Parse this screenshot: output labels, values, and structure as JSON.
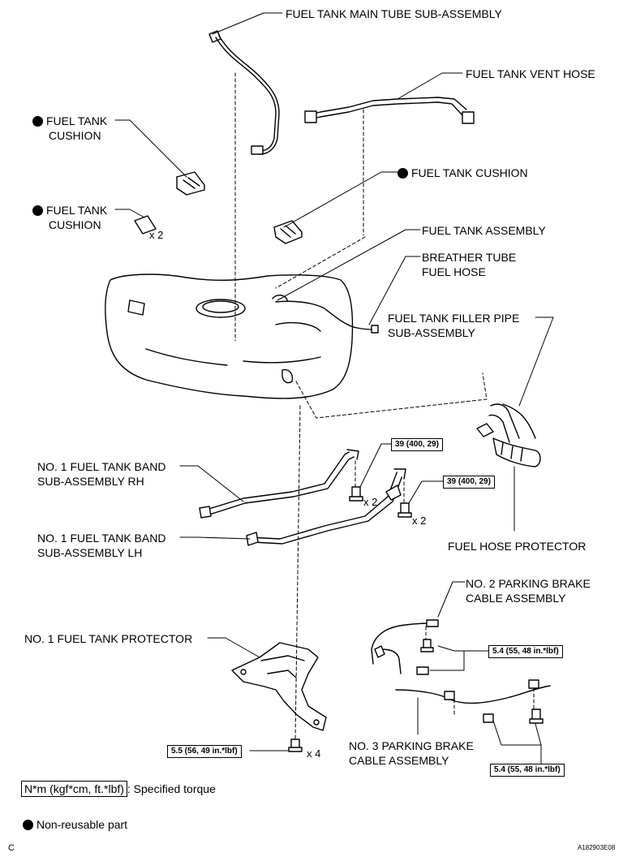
{
  "labels": {
    "main_tube": "FUEL TANK MAIN TUBE SUB-ASSEMBLY",
    "vent_hose": "FUEL TANK VENT HOSE",
    "cushion_1": [
      "FUEL TANK",
      "CUSHION"
    ],
    "cushion_2": "FUEL TANK CUSHION",
    "cushion_3": [
      "FUEL TANK",
      "CUSHION"
    ],
    "cushion_3_qty": "x 2",
    "tank_assembly": "FUEL TANK ASSEMBLY",
    "breather_tube": [
      "BREATHER TUBE",
      "FUEL HOSE"
    ],
    "filler_pipe": [
      "FUEL TANK FILLER PIPE",
      "SUB-ASSEMBLY"
    ],
    "band_rh": [
      "NO. 1 FUEL TANK BAND",
      "SUB-ASSEMBLY RH"
    ],
    "band_lh": [
      "NO. 1 FUEL TANK BAND",
      "SUB-ASSEMBLY LH"
    ],
    "hose_protector": "FUEL HOSE PROTECTOR",
    "cable_no2": [
      "NO. 2 PARKING BRAKE",
      "CABLE ASSEMBLY"
    ],
    "tank_protector": "NO. 1 FUEL TANK PROTECTOR",
    "cable_no3": [
      "NO. 3 PARKING BRAKE",
      "CABLE ASSEMBLY"
    ]
  },
  "torques": {
    "band_rh_bolt": "39 (400, 29)",
    "band_lh_bolt": "39 (400, 29)",
    "cable_no2_bolt": "5.4 (55, 48 in.*lbf)",
    "cable_no3_bolt": "5.4 (55, 48 in.*lbf)",
    "protector_bolt": "5.5 (56, 49 in.*lbf)"
  },
  "quantities": {
    "band_rh_bolts": "x 2",
    "band_lh_bolts": "x 2",
    "protector_bolts": "x 4"
  },
  "legend": {
    "torque_unit": "N*m (kgf*cm, ft.*lbf)",
    "torque_text": ": Specified torque",
    "non_reusable": "Non-reusable part"
  },
  "corner_letter": "C",
  "figure_id": "A182903E08"
}
